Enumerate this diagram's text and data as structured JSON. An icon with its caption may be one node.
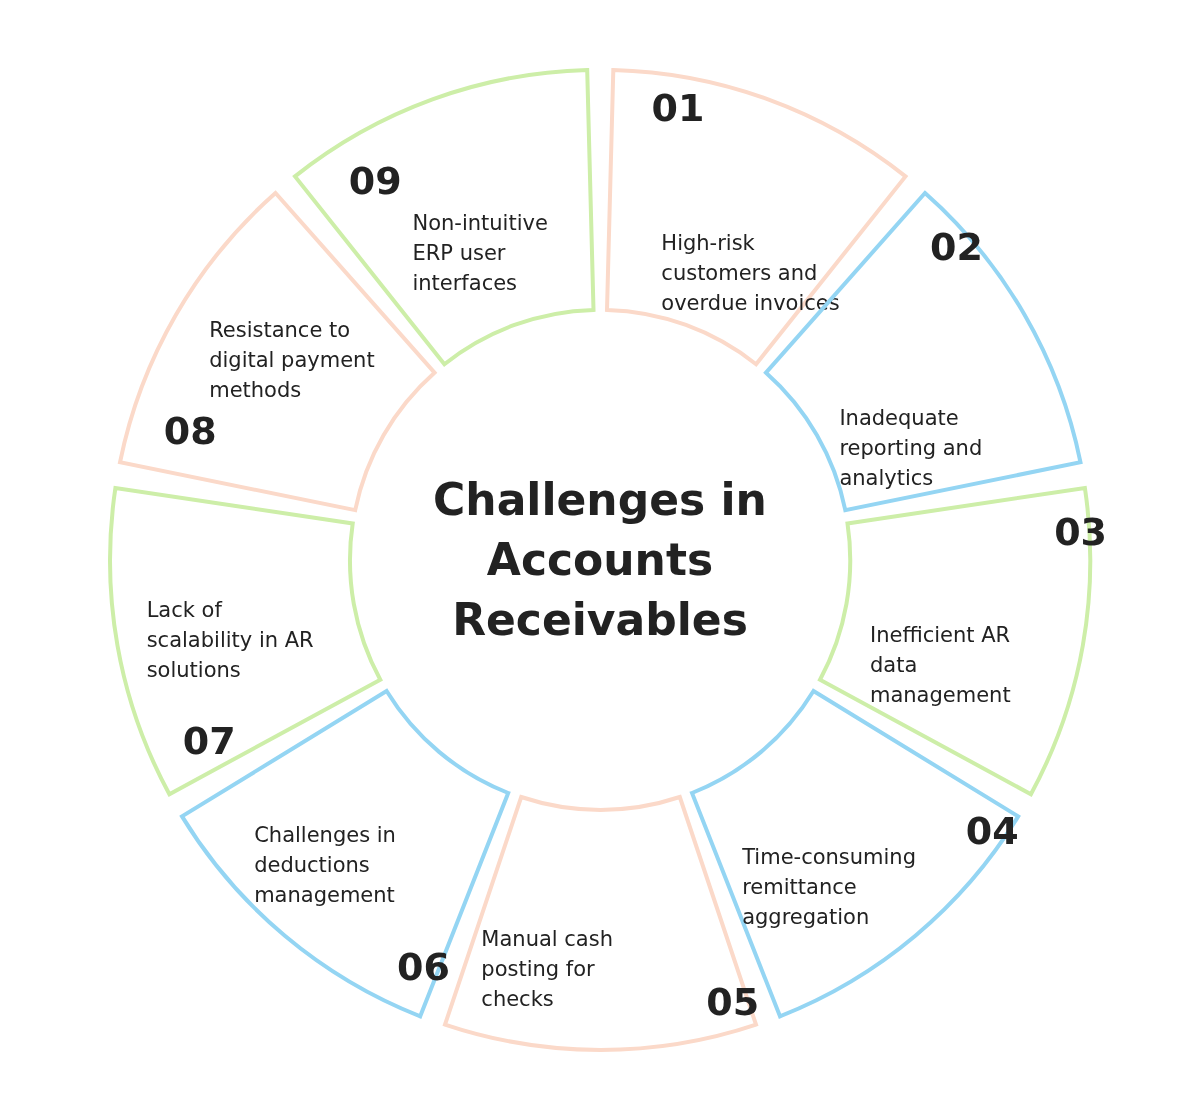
{
  "diagram": {
    "nodes": [
      {
        "text": [
          "Challenges in Accounts Receivables"
        ]
      },
      {
        "text": [
          "01",
          "High-risk customers and overdue invoices"
        ]
      },
      {
        "text": [
          "02",
          "Inadequate reporting and analytics"
        ]
      },
      {
        "text": [
          "03",
          "Inefficient AR data management"
        ]
      },
      {
        "text": [
          "04",
          "Time-consuming remittance aggregation"
        ]
      },
      {
        "text": [
          "Manual cash posting for checks",
          "05"
        ]
      },
      {
        "text": [
          "Challenges in deductions management",
          "06"
        ]
      },
      {
        "text": [
          "Lack of scalability in AR solutions",
          "07"
        ]
      },
      {
        "text": [
          "Resistance to digital payment methods",
          "08"
        ]
      },
      {
        "text": [
          "09",
          "Non-intuitive ERP user interfaces"
        ]
      }
    ],
    "edges": []
  }
}
